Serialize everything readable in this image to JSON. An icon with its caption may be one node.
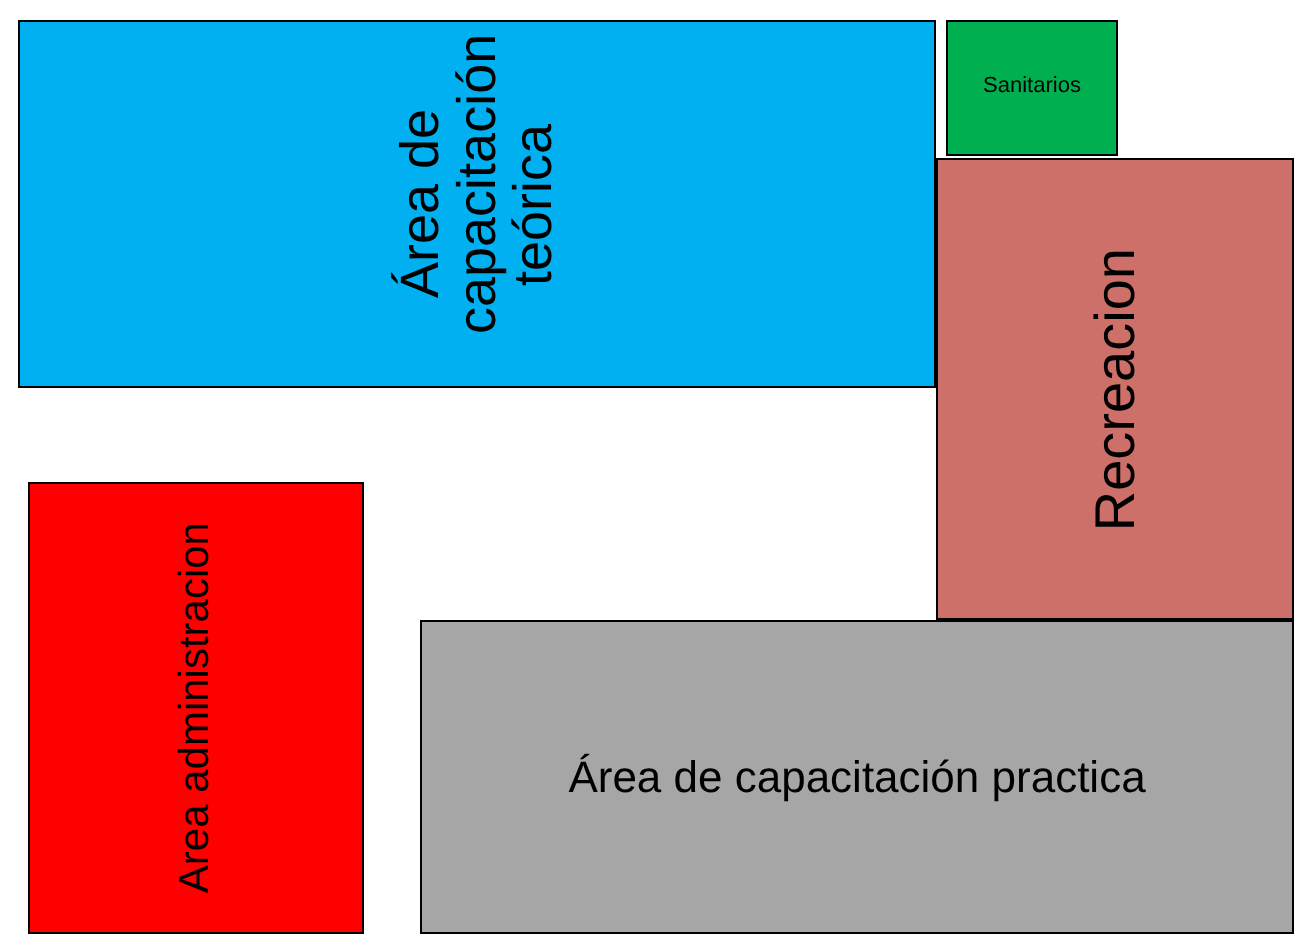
{
  "diagram": {
    "nodes": [
      {
        "text": [
          "Área de capacitación teórica"
        ]
      },
      {
        "text": [
          "Sanitarios"
        ]
      },
      {
        "text": [
          "Recreacion"
        ]
      },
      {
        "text": [
          "Area administracion"
        ]
      },
      {
        "text": [
          "Área de capacitación practica"
        ]
      }
    ]
  }
}
